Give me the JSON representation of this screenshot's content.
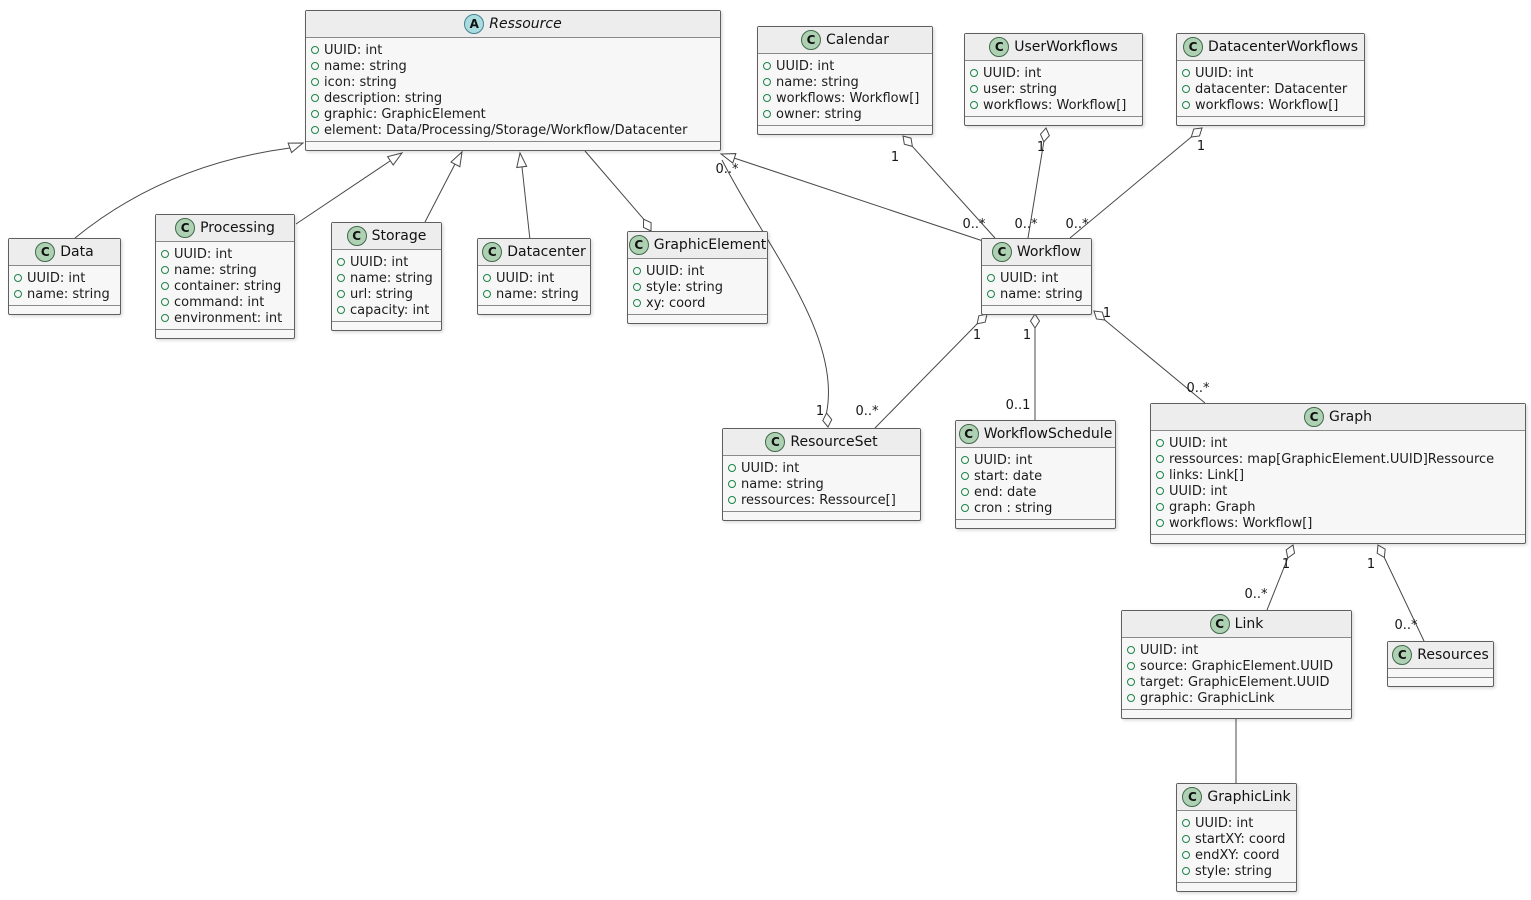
{
  "diagram": {
    "classes": [
      {
        "name": "Ressource",
        "icon": "A",
        "kind": "abstract",
        "attributes": [
          "UUID: int",
          "name: string",
          "icon: string",
          "description: string",
          "graphic: GraphicElement",
          "element: Data/Processing/Storage/Workflow/Datacenter"
        ]
      },
      {
        "name": "Calendar",
        "icon": "C",
        "kind": "class",
        "attributes": [
          "UUID: int",
          "name: string",
          "workflows: Workflow[]",
          "owner: string"
        ]
      },
      {
        "name": "UserWorkflows",
        "icon": "C",
        "kind": "class",
        "attributes": [
          "UUID: int",
          "user: string",
          "workflows: Workflow[]"
        ]
      },
      {
        "name": "DatacenterWorkflows",
        "icon": "C",
        "kind": "class",
        "attributes": [
          "UUID: int",
          "datacenter: Datacenter",
          "workflows: Workflow[]"
        ]
      },
      {
        "name": "Data",
        "icon": "C",
        "kind": "class",
        "attributes": [
          "UUID: int",
          "name: string"
        ]
      },
      {
        "name": "Processing",
        "icon": "C",
        "kind": "class",
        "attributes": [
          "UUID: int",
          "name: string",
          "container: string",
          "command: int",
          "environment: int"
        ]
      },
      {
        "name": "Storage",
        "icon": "C",
        "kind": "class",
        "attributes": [
          "UUID: int",
          "name: string",
          "url: string",
          "capacity: int"
        ]
      },
      {
        "name": "Datacenter",
        "icon": "C",
        "kind": "class",
        "attributes": [
          "UUID: int",
          "name: string"
        ]
      },
      {
        "name": "GraphicElement",
        "icon": "C",
        "kind": "class",
        "attributes": [
          "UUID: int",
          "style: string",
          "xy: coord"
        ]
      },
      {
        "name": "Workflow",
        "icon": "C",
        "kind": "class",
        "attributes": [
          "UUID: int",
          "name: string"
        ]
      },
      {
        "name": "ResourceSet",
        "icon": "C",
        "kind": "class",
        "attributes": [
          "UUID: int",
          "name: string",
          "ressources: Ressource[]"
        ]
      },
      {
        "name": "WorkflowSchedule",
        "icon": "C",
        "kind": "class",
        "attributes": [
          "UUID: int",
          "start: date",
          "end: date",
          "cron : string"
        ]
      },
      {
        "name": "Graph",
        "icon": "C",
        "kind": "class",
        "attributes": [
          "UUID: int",
          "ressources: map[GraphicElement.UUID]Ressource",
          "links: Link[]",
          "UUID: int",
          "graph: Graph",
          "workflows: Workflow[]"
        ]
      },
      {
        "name": "Link",
        "icon": "C",
        "kind": "class",
        "attributes": [
          "UUID: int",
          "source: GraphicElement.UUID",
          "target: GraphicElement.UUID",
          "graphic: GraphicLink"
        ]
      },
      {
        "name": "Resources",
        "icon": "C",
        "kind": "class",
        "attributes": []
      },
      {
        "name": "GraphicLink",
        "icon": "C",
        "kind": "class",
        "attributes": [
          "UUID: int",
          "startXY: coord",
          "endXY: coord",
          "style: string"
        ]
      }
    ],
    "edges": [
      {
        "type": "generalization",
        "from": "Data",
        "to": "Ressource"
      },
      {
        "type": "generalization",
        "from": "Processing",
        "to": "Ressource"
      },
      {
        "type": "generalization",
        "from": "Storage",
        "to": "Ressource"
      },
      {
        "type": "generalization",
        "from": "Datacenter",
        "to": "Ressource"
      },
      {
        "type": "generalization",
        "from": "Workflow",
        "to": "Ressource"
      },
      {
        "type": "aggregation",
        "from": "Calendar",
        "to": "Workflow",
        "from_label": "1",
        "to_label": "0..*"
      },
      {
        "type": "aggregation",
        "from": "UserWorkflows",
        "to": "Workflow",
        "from_label": "1",
        "to_label": "0..*"
      },
      {
        "type": "aggregation",
        "from": "DatacenterWorkflows",
        "to": "Workflow",
        "from_label": "1",
        "to_label": "0..*"
      },
      {
        "type": "aggregation",
        "from": "ResourceSet",
        "to": "Ressource",
        "from_label": "1",
        "to_label": "0..*"
      },
      {
        "type": "aggregation",
        "from": "Workflow",
        "to": "ResourceSet",
        "from_label": "1",
        "to_label": "0..*"
      },
      {
        "type": "aggregation",
        "from": "Workflow",
        "to": "WorkflowSchedule",
        "from_label": "1",
        "to_label": "0..1"
      },
      {
        "type": "aggregation",
        "from": "Workflow",
        "to": "Graph",
        "from_label": "1",
        "to_label": "0..*"
      },
      {
        "type": "aggregation",
        "from": "Graph",
        "to": "Link",
        "from_label": "1",
        "to_label": "0..*"
      },
      {
        "type": "aggregation",
        "from": "Graph",
        "to": "Resources",
        "from_label": "1",
        "to_label": "0..*"
      },
      {
        "type": "aggregation",
        "from": "GraphicElement",
        "to": "Ressource"
      },
      {
        "type": "association",
        "from": "Link",
        "to": "GraphicLink"
      }
    ],
    "colors": {
      "class_icon_bg": "#ADD1B2",
      "abstract_icon_bg": "#A9DCDF",
      "header_bg": "#EDEDED",
      "body_bg": "#F7F7F7",
      "border": "#5F5F5F",
      "line": "#484848",
      "field_icon": "#1E8449"
    }
  }
}
